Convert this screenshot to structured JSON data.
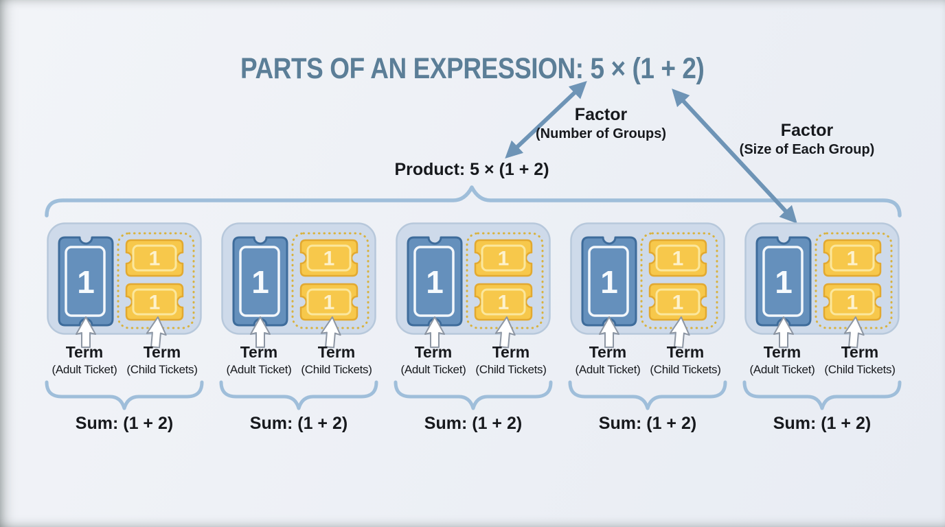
{
  "title": "PARTS OF AN EXPRESSION: 5 × (1 + 2)",
  "annotations": {
    "factor_groups": {
      "label": "Factor",
      "sublabel": "(Number of Groups)"
    },
    "factor_size": {
      "label": "Factor",
      "sublabel": "(Size of Each Group)"
    },
    "product_label": "Product: 5 × (1 + 2)"
  },
  "groups": [
    {
      "adult_ticket_value": "1",
      "child_ticket_values": [
        "1",
        "1"
      ],
      "terms": [
        {
          "label": "Term",
          "sublabel": "(Adult Ticket)"
        },
        {
          "label": "Term",
          "sublabel": "(Child Tickets)"
        }
      ],
      "sum_label": "Sum: (1 + 2)"
    },
    {
      "adult_ticket_value": "1",
      "child_ticket_values": [
        "1",
        "1"
      ],
      "terms": [
        {
          "label": "Term",
          "sublabel": "(Adult Ticket)"
        },
        {
          "label": "Term",
          "sublabel": "(Child Tickets)"
        }
      ],
      "sum_label": "Sum: (1 + 2)"
    },
    {
      "adult_ticket_value": "1",
      "child_ticket_values": [
        "1",
        "1"
      ],
      "terms": [
        {
          "label": "Term",
          "sublabel": "(Adult Ticket)"
        },
        {
          "label": "Term",
          "sublabel": "(Child Tickets)"
        }
      ],
      "sum_label": "Sum: (1 + 2)"
    },
    {
      "adult_ticket_value": "1",
      "child_ticket_values": [
        "1",
        "1"
      ],
      "terms": [
        {
          "label": "Term",
          "sublabel": "(Adult Ticket)"
        },
        {
          "label": "Term",
          "sublabel": "(Child Tickets)"
        }
      ],
      "sum_label": "Sum: (1 + 2)"
    },
    {
      "adult_ticket_value": "1",
      "child_ticket_values": [
        "1",
        "1"
      ],
      "terms": [
        {
          "label": "Term",
          "sublabel": "(Adult Ticket)"
        },
        {
          "label": "Term",
          "sublabel": "(Child Tickets)"
        }
      ],
      "sum_label": "Sum: (1 + 2)"
    }
  ],
  "colors": {
    "background_top": "#f2f4f8",
    "background_bottom": "#e8ecf3",
    "title_color": "#5b7e97",
    "text_color": "#17191d",
    "arrow_color": "#6e94b6",
    "brace_color": "#9fbeda",
    "group_fill": "#cedaea",
    "group_stroke": "#b7c8db",
    "ticket_blue": "#6590bc",
    "ticket_blue_stroke": "#3e6c9b",
    "ticket_white_outline": "#f3f7fb",
    "ticket_yellow": "#f7c84b",
    "ticket_yellow_stroke": "#e2a930",
    "ticket_yellow_outline": "#fbe79d",
    "yellow_digit": "#fdf2cd",
    "dotted_border": "#d8b23f",
    "cursor_fill": "#ffffff",
    "cursor_stroke": "#8d96a3"
  }
}
